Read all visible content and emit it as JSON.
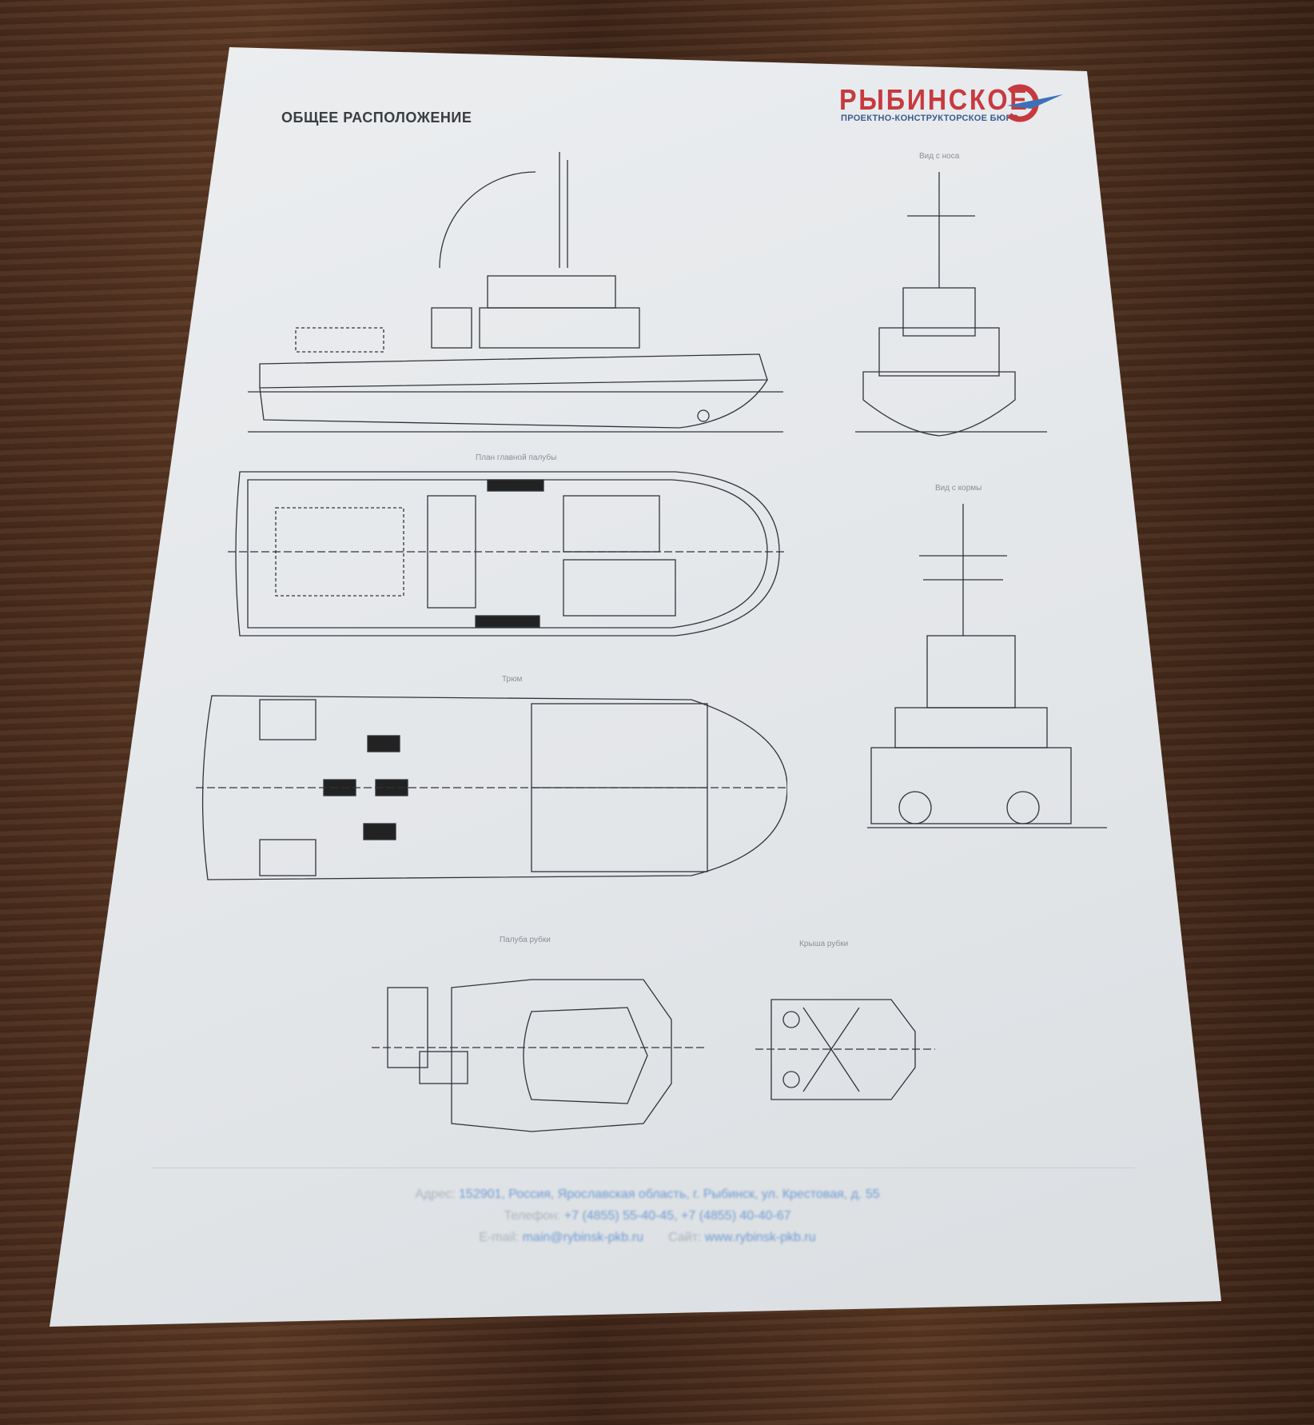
{
  "document": {
    "title": "ОБЩЕЕ РАСПОЛОЖЕНИЕ",
    "logo": {
      "name": "РЫБИНСКОЕ",
      "subtitle": "ПРОЕКТНО-КОНСТРУКТОРСКОЕ БЮРО",
      "colors": {
        "red": "#c63a3f",
        "blue": "#3c5b8c"
      }
    },
    "views": {
      "bow": "Вид с носа",
      "main_deck": "План главной палубы",
      "hold": "Трюм",
      "stern": "Вид с кормы",
      "deckhouse": "Палуба рубки",
      "roof": "Крыша рубки"
    },
    "footer": {
      "address_label": "Адрес:",
      "address": "152901, Россия, Ярославская область, г. Рыбинск, ул. Крестовая, д. 55",
      "phone_label": "Телефон:",
      "phone": "+7 (4855) 55-40-45, +7 (4855) 40-40-67",
      "email_label": "E-mail:",
      "email": "main@rybinsk-pkb.ru",
      "site_label": "Сайт:",
      "site": "www.rybinsk-pkb.ru"
    }
  }
}
